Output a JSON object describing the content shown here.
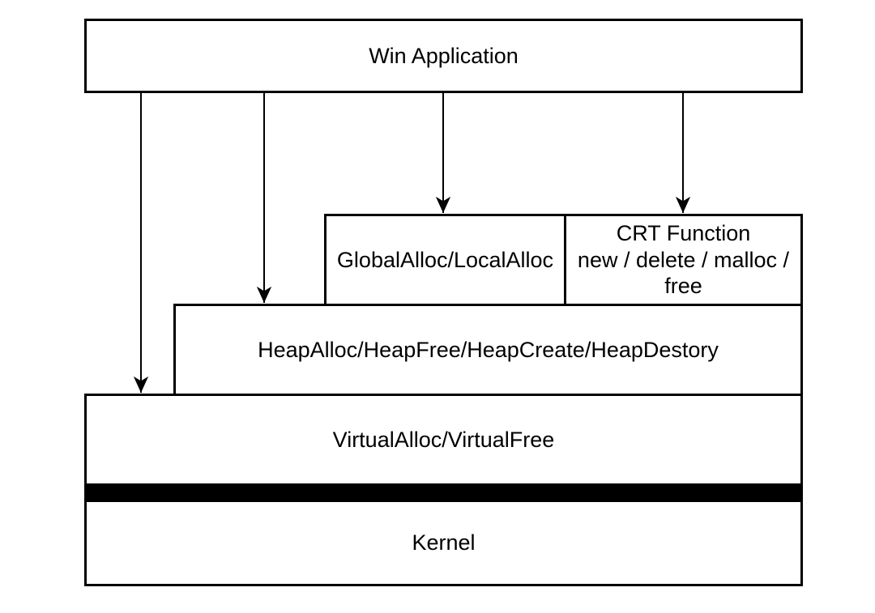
{
  "diagram": {
    "colors": {
      "stroke": "#000000",
      "fill": "#ffffff",
      "text": "#000000",
      "divider_bar": "#000000",
      "background": "#ffffff"
    },
    "boxes": {
      "win_application": {
        "label": "Win Application"
      },
      "global_local": {
        "label": "GlobalAlloc/LocalAlloc"
      },
      "crt": {
        "lines": [
          "CRT Function",
          "new / delete / malloc /",
          "free"
        ]
      },
      "heap": {
        "label": "HeapAlloc/HeapFree/HeapCreate/HeapDestory"
      },
      "virtual": {
        "label": "VirtualAlloc/VirtualFree"
      },
      "kernel": {
        "label": "Kernel"
      }
    },
    "arrows": [
      {
        "from": "win_application",
        "to": "virtual"
      },
      {
        "from": "win_application",
        "to": "heap"
      },
      {
        "from": "win_application",
        "to": "global_local"
      },
      {
        "from": "win_application",
        "to": "crt"
      }
    ]
  }
}
